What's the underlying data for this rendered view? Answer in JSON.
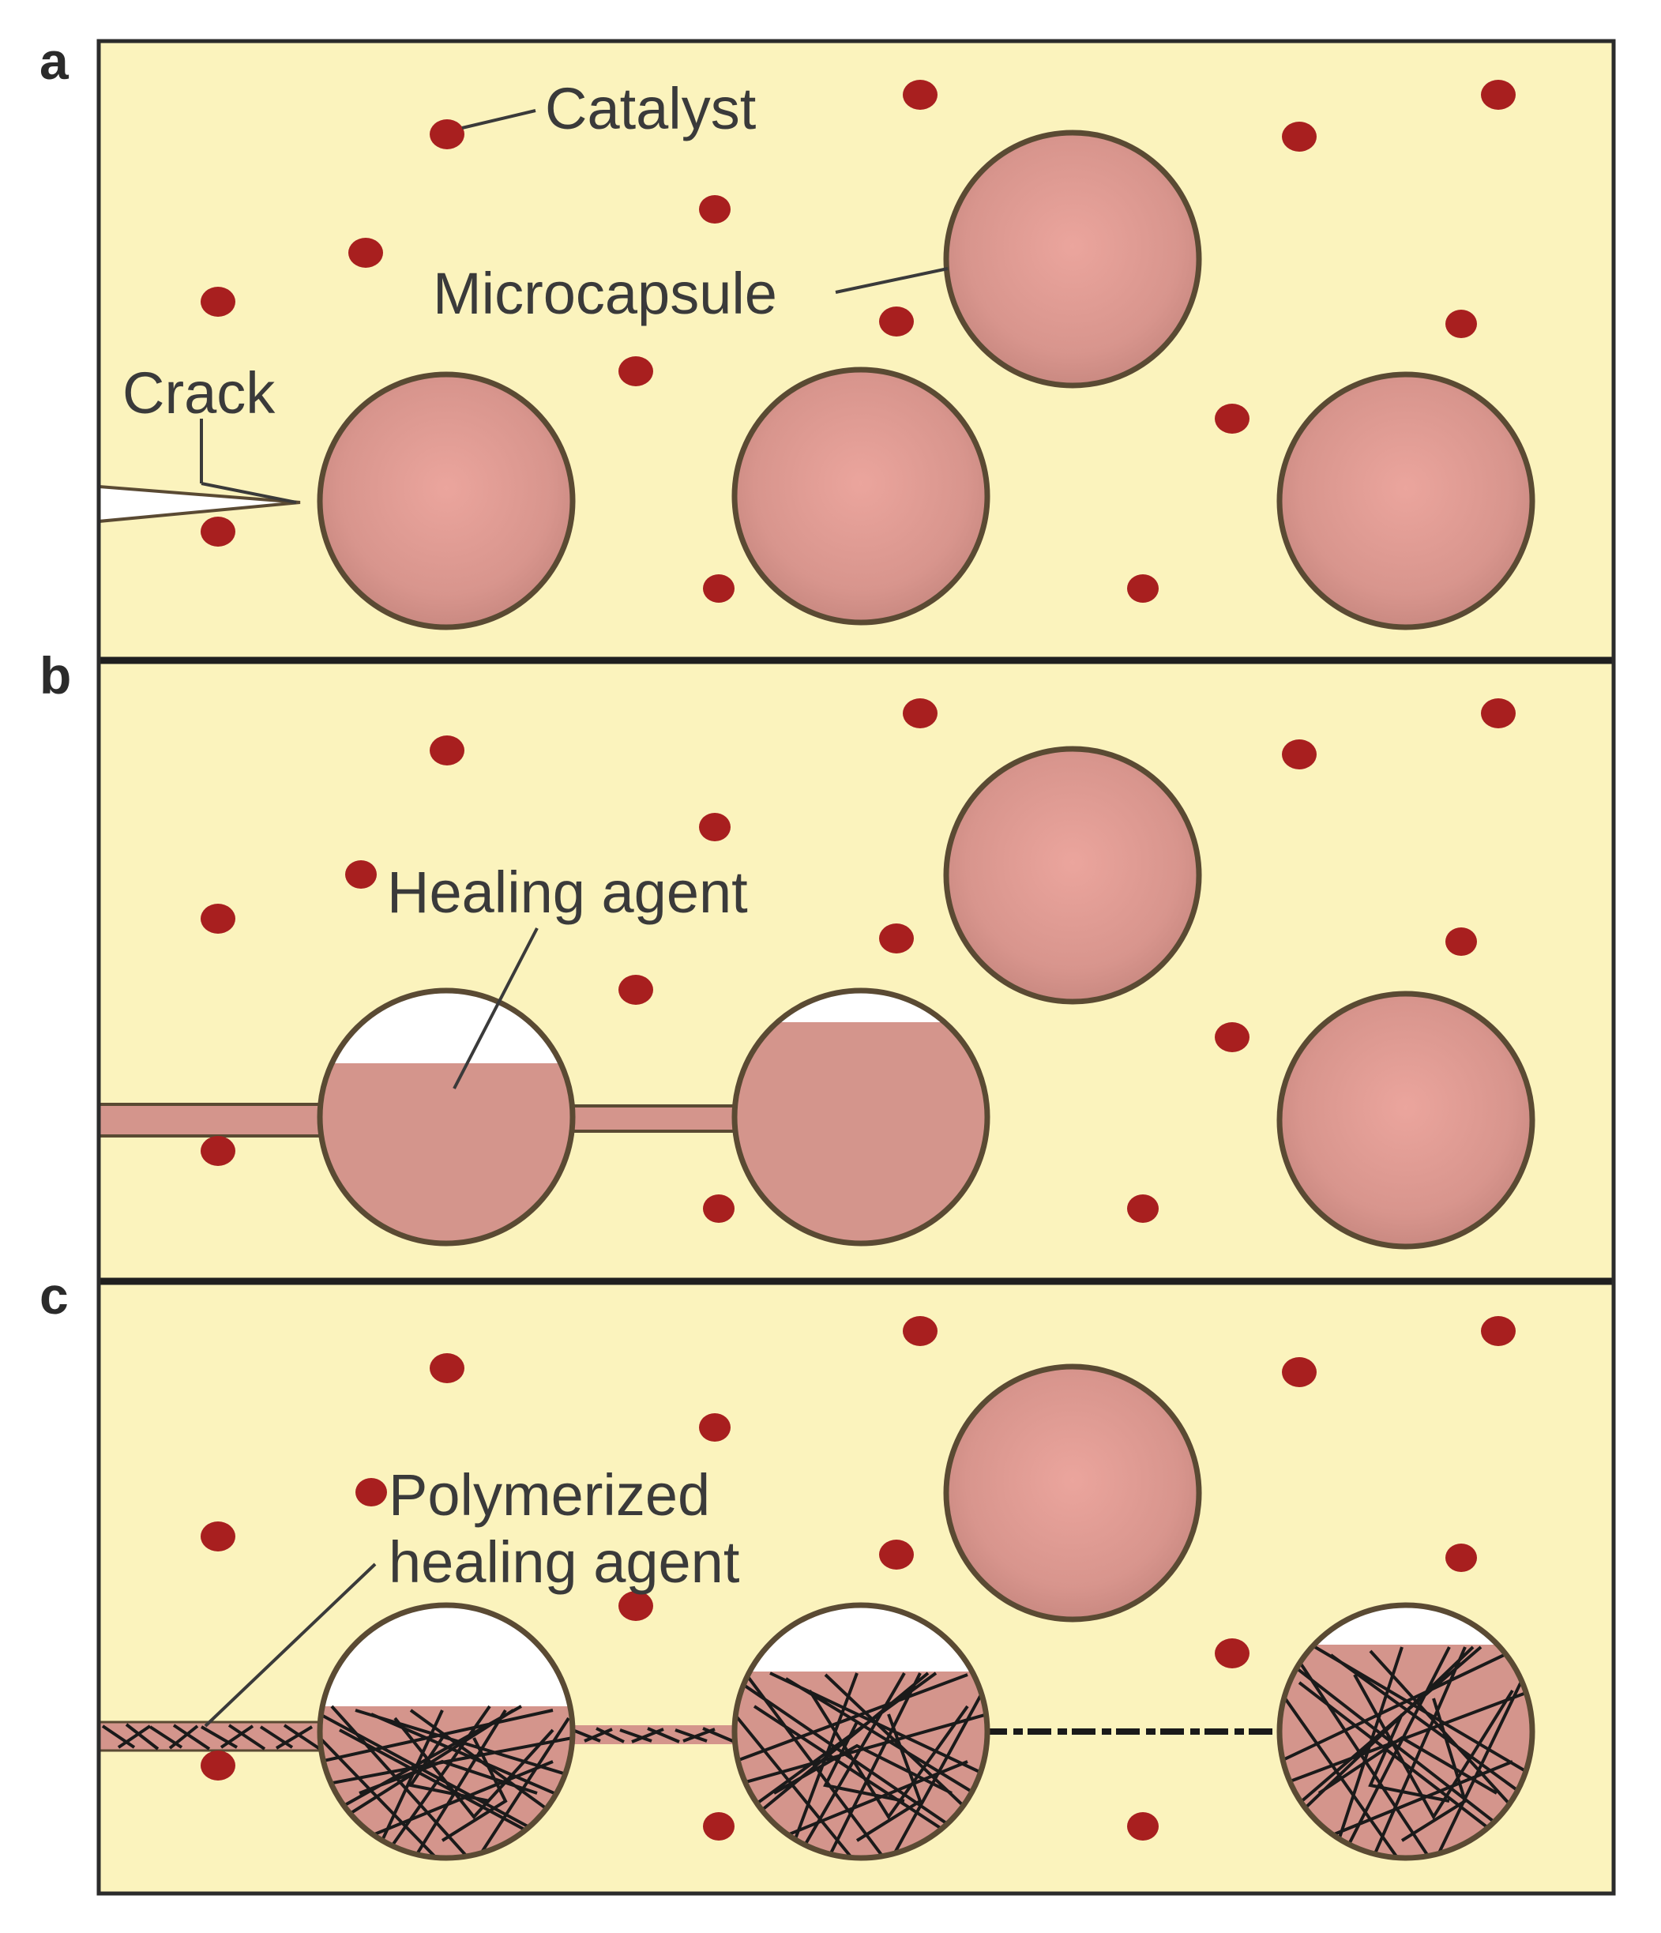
{
  "panels": [
    {
      "letter": "a"
    },
    {
      "letter": "b"
    },
    {
      "letter": "c"
    }
  ],
  "labels": {
    "catalyst": "Catalyst",
    "microcapsule": "Microcapsule",
    "crack": "Crack",
    "healing_agent": "Healing agent",
    "polymerized_line1": "Polymerized",
    "polymerized_line2": "healing agent"
  },
  "colors": {
    "matrix": "#fbf3bd",
    "capsule": "#d99a92",
    "catalyst": "#a81f1f",
    "healing_agent": "#d4958c",
    "polymer_network": "#1a1a1a"
  }
}
